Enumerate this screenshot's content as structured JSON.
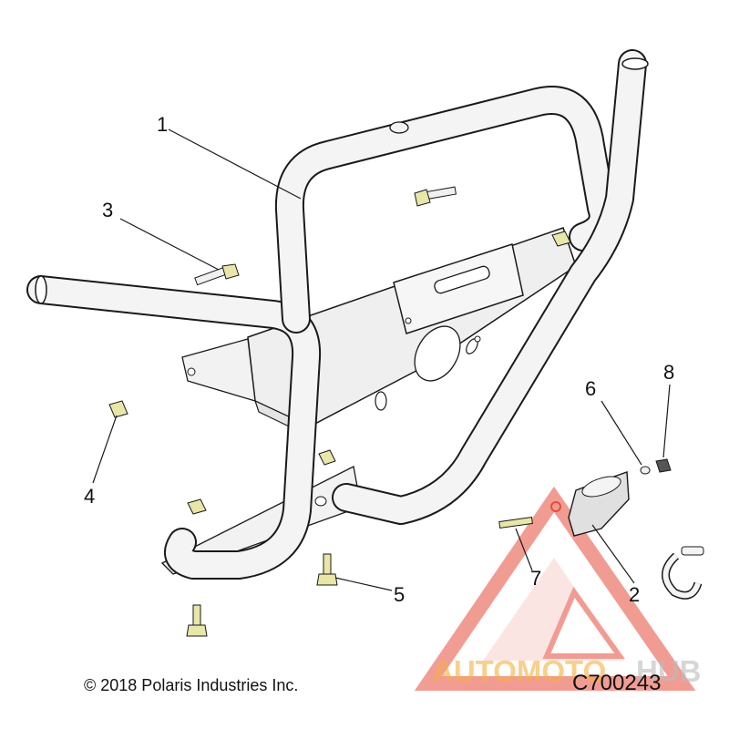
{
  "callouts": {
    "c1": "1",
    "c2": "2",
    "c3": "3",
    "c4": "4",
    "c5": "5",
    "c6": "6",
    "c7": "7",
    "c8": "8"
  },
  "footer": {
    "copyright": "© 2018 Polaris Industries Inc.",
    "part_code": "C700243"
  },
  "watermark": {
    "part1": "AUTOMOTO",
    "part2": "HUB",
    "color_orange": "#f5b041",
    "color_red": "#e74c3c",
    "color_gray": "#bbbbbb"
  },
  "colors": {
    "line": "#1a1a1a",
    "tube_fill": "#f4f4f4",
    "plate_fill": "#efefef",
    "bolt_fill": "#e8e6a8"
  }
}
